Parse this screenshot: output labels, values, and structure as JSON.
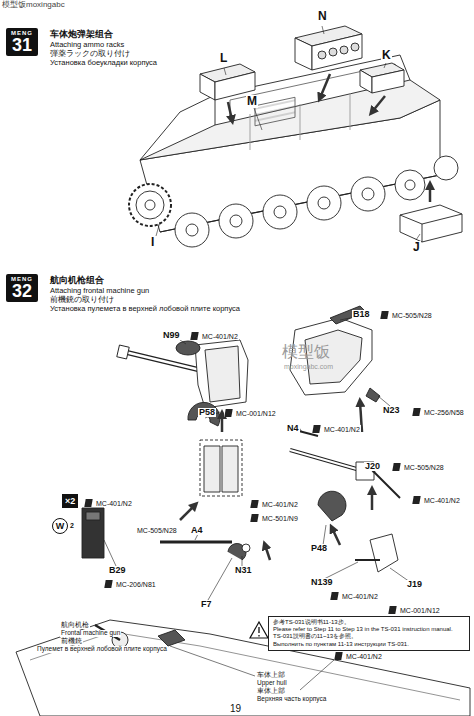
{
  "diagram": {
    "nodes": [
      {
        "text": [
          "MENG",
          "31"
        ]
      },
      {
        "text": [
          "MENG",
          "32"
        ]
      },
      {
        "text": [
          "×2"
        ]
      },
      {
        "text": [
          "W",
          "2"
        ]
      },
      {
        "text": [
          "参考TS-031说明书11-13步。",
          "Please refer to Step 11 to Step 13 in the TS-031 instruction manual.",
          "TS-031説明書の11~13を参照。",
          "Выполнить по пунктам 11-13 инструкции TS-031."
        ]
      }
    ],
    "labels": [
      "模型饭moxingabc",
      "车体炮弹架组合",
      "Attaching ammo racks",
      "弾薬ラックの取り付け",
      "Установка боеукладки корпуса",
      "N",
      "L",
      "K",
      "M",
      "I",
      "J",
      "航向机枪组合",
      "Attaching frontal machine gun",
      "前機銃の取り付け",
      "Установка пулемета в верхней лобовой плите корпуса",
      "B18",
      "MC-505/N28",
      "N99",
      "MC-401/N2",
      "模型饭",
      "moxingabc.com",
      "P58",
      "MC-001/N12",
      "N23",
      "MC-256/N58",
      "N4",
      "MC-401/N2",
      "J20",
      "MC-505/N28",
      "MC-401/N2",
      "MC-401/N2",
      "MC-401/N2",
      "MC-501/N9",
      "MC-505/N28",
      "A4",
      "P48",
      "B29",
      "MC-206/N81",
      "N31",
      "N139",
      "J19",
      "F7",
      "MC-401/N2",
      "MC-001/N12",
      "航向机枪",
      "Frontal machine gun",
      "前機銃",
      "Пулемет в верхней лобовой плите корпуса",
      "车体上部",
      "Upper hull",
      "車体上部",
      "Верхняя часть корпуса",
      "MC-401/N2",
      "19"
    ]
  }
}
